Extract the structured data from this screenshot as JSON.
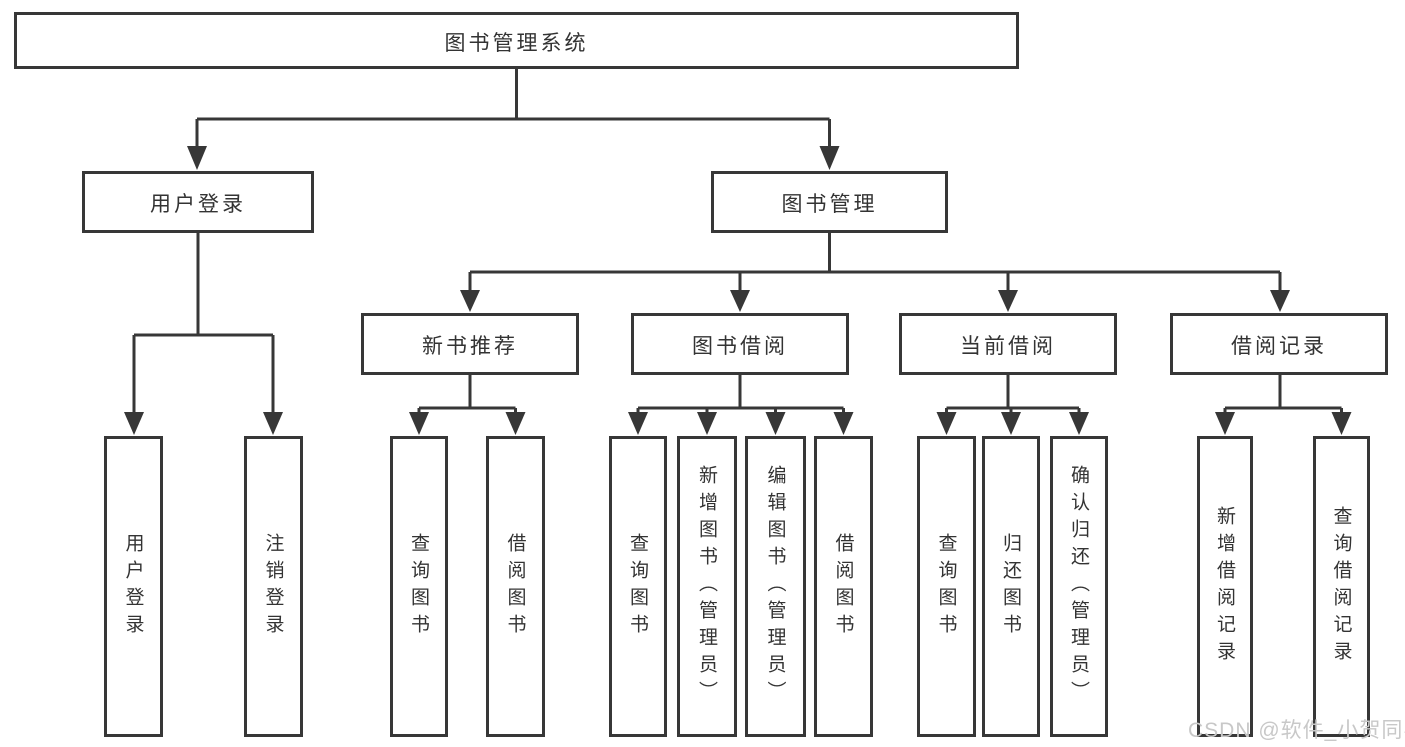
{
  "tree": {
    "root": "图书管理系统",
    "user_login": {
      "label": "用户登录",
      "children": [
        "用户登录",
        "注销登录"
      ]
    },
    "book_mgmt": {
      "label": "图书管理",
      "sections": [
        {
          "label": "新书推荐",
          "children": [
            "查询图书",
            "借阅图书"
          ]
        },
        {
          "label": "图书借阅",
          "children": [
            "查询图书",
            "新增图书（管理员）",
            "编辑图书（管理员）",
            "借阅图书"
          ]
        },
        {
          "label": "当前借阅",
          "children": [
            "查询图书",
            "归还图书",
            "确认归还（管理员）"
          ]
        },
        {
          "label": "借阅记录",
          "children": [
            "新增借阅记录",
            "查询借阅记录"
          ]
        }
      ]
    }
  },
  "watermark": {
    "text": "CSDN @软件_小贺同学"
  },
  "colors": {
    "line": "#373737",
    "text": "#333333",
    "watermark": "#c8c8c8",
    "background": "#ffffff"
  }
}
